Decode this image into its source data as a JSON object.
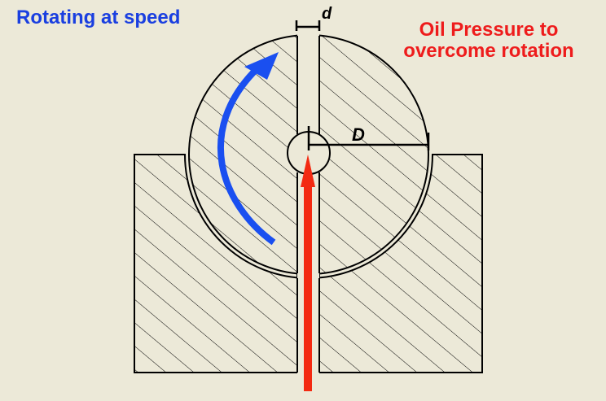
{
  "labels": {
    "rotation": "Rotating at speed",
    "oil_line1": "Oil Pressure to",
    "oil_line2": "overcome rotation",
    "slot_width": "d",
    "diameter": "D"
  },
  "colors": {
    "background": "#ECE9D8",
    "rotation_arrow": "#1a4ff0",
    "pressure_arrow": "#f32a12",
    "text_blue": "#1a3fe0",
    "text_red": "#ee1c1c"
  }
}
